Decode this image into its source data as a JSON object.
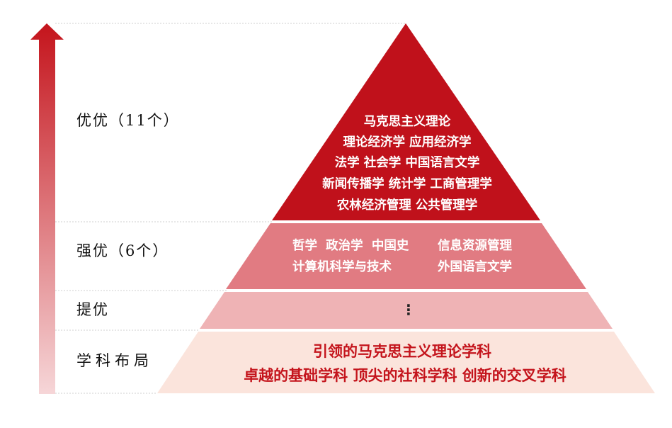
{
  "colors": {
    "tier1": "#c0111b",
    "tier2": "#e17b82",
    "tier3": "#efb3b5",
    "tier4": "#fbe4dc",
    "arrow_top": "#c4141c",
    "arrow_bottom": "#f6d6d8",
    "bottom_text": "#c4141c"
  },
  "icons": {
    "arrow": "arrow-up-icon"
  },
  "labels": [
    "优优（11个）",
    "强优（6个）",
    "提优",
    "学科布局"
  ],
  "tier1": {
    "lines": [
      "马克思主义理论",
      "理论经济学 应用经济学",
      "法学 社会学 中国语言文学",
      "新闻传播学 统计学 工商管理学",
      "农林经济管理 公共管理学"
    ]
  },
  "tier2": {
    "left": [
      "哲学  政治学  中国史",
      "计算机科学与技术"
    ],
    "right": [
      "信息资源管理",
      "外国语言文学"
    ]
  },
  "tier3": {
    "text": "⋮"
  },
  "tier4": {
    "lines": [
      "引领的马克思主义理论学科",
      "卓越的基础学科 顶尖的社科学科 创新的交叉学科"
    ]
  }
}
